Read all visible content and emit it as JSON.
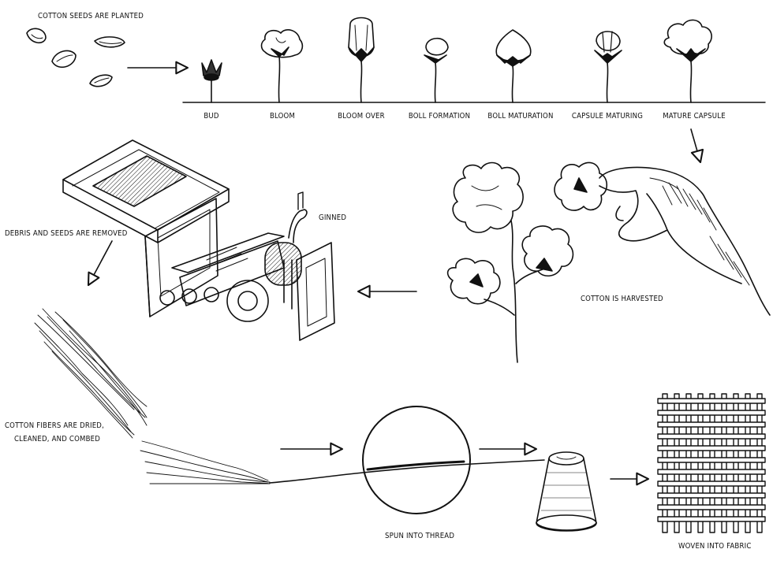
{
  "labels": {
    "seeds_planted": "COTTON SEEDS ARE PLANTED",
    "ginned": "GINNED",
    "debris_removed": "DEBRIS AND SEEDS ARE REMOVED",
    "harvested": "COTTON IS HARVESTED",
    "fibers_line1": "COTTON FIBERS ARE DRIED,",
    "fibers_line2": "CLEANED, AND COMBED",
    "spun": "SPUN INTO THREAD",
    "woven": "WOVEN INTO FABRIC"
  },
  "stages": [
    {
      "label": "BUD"
    },
    {
      "label": "BLOOM"
    },
    {
      "label": "BLOOM OVER"
    },
    {
      "label": "BOLL FORMATION"
    },
    {
      "label": "BOLL MATURATION"
    },
    {
      "label": "CAPSULE MATURING"
    },
    {
      "label": "MATURE CAPSULE"
    }
  ],
  "colors": {
    "ink": "#111111",
    "paper": "#ffffff"
  }
}
